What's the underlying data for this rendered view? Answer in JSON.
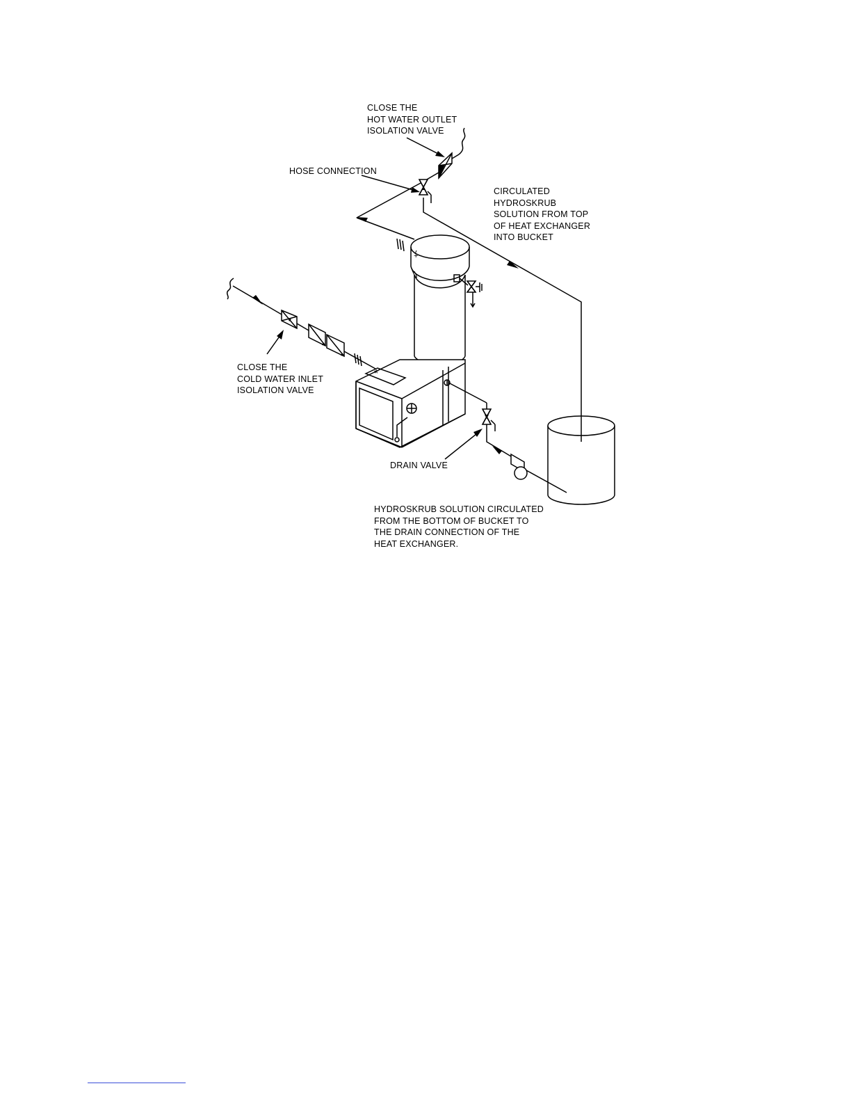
{
  "labels": {
    "hot_outlet": [
      "CLOSE  THE",
      "HOT  WATER  OUTLET",
      "ISOLATION  VALVE"
    ],
    "hose": [
      "HOSE  CONNECTION"
    ],
    "circulated": [
      "CIRCULATED",
      "HYDROSKRUB",
      "SOLUTION  FROM  TOP",
      "OF  HEAT  EXCHANGER",
      "INTO  BUCKET"
    ],
    "cold_inlet": [
      "CLOSE  THE",
      "COLD  WATER  INLET",
      "ISOLATION  VALVE"
    ],
    "drain": [
      "DRAIN  VALVE"
    ],
    "bottom": [
      "HYDROSKRUB  SOLUTION  CIRCULATED",
      "FROM  THE  BOTTOM  OF  BUCKET  TO",
      "THE  DRAIN  CONNECTION  OF  THE",
      "HEAT  EXCHANGER."
    ]
  },
  "colors": {
    "ink": "#000000",
    "footer_rule": "#3a4fd8"
  }
}
